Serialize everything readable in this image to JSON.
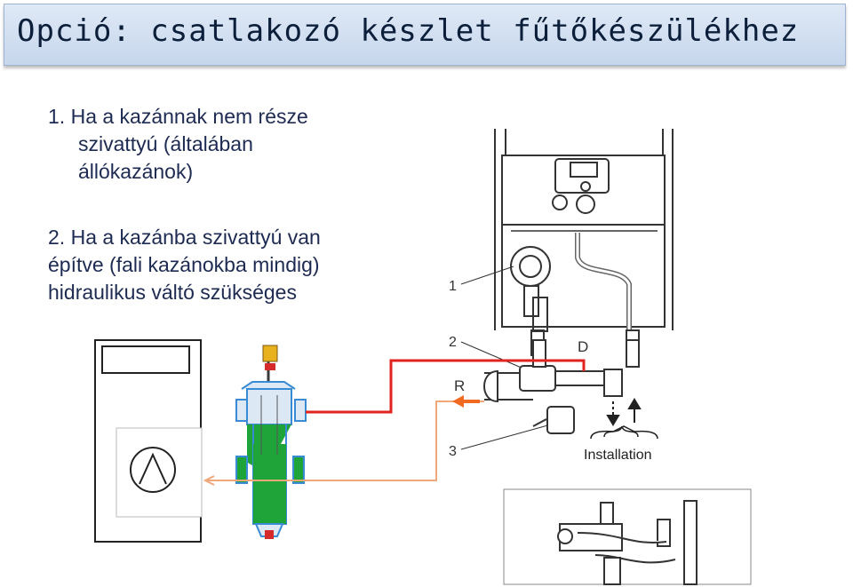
{
  "slide": {
    "title": "Opció: csatlakozó készlet fűtőkészülékhez",
    "items": [
      {
        "number": "1.",
        "lines": [
          "Ha a kazánnak nem része",
          "szivattyú (általában",
          "állókazánok)"
        ]
      },
      {
        "number": "2.",
        "lines": [
          "Ha a kazánba szivattyú van",
          "építve (fali kazánokba mindig)",
          "hidraulikus váltó szükséges"
        ]
      }
    ]
  },
  "diagram": {
    "callouts": [
      "1",
      "2",
      "3"
    ],
    "label_d": "D",
    "label_r": "R",
    "installation": "Installation",
    "colors": {
      "supply_line": "#e0231f",
      "return_line": "#f0a77a",
      "return_arrow": "#f06a22",
      "separator_fill": "#1fa43a",
      "separator_body": "#dde8f5",
      "separator_outline": "#3a8bd6",
      "valve": "#d42a2a",
      "vent": "#e8b21e"
    }
  }
}
